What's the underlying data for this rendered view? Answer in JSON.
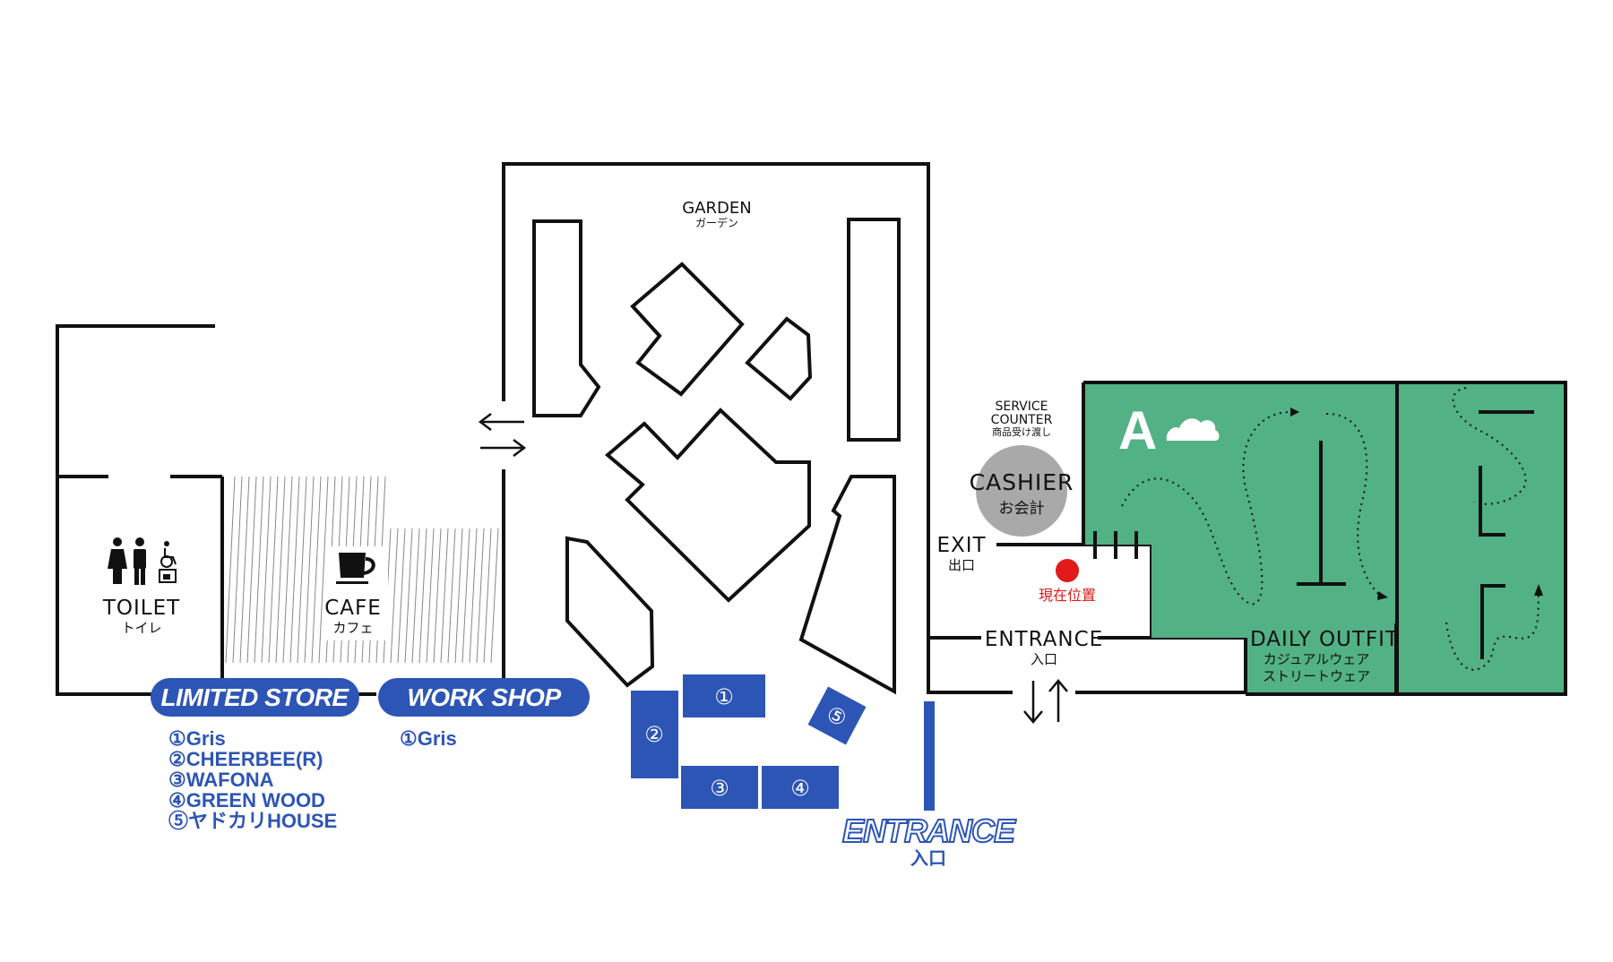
{
  "colors": {
    "accent_blue": "#2d55b5",
    "green_zone": "#52b185",
    "wall": "#111111",
    "cashier_gray": "#a9a9a9",
    "current_position": "#e21a1a"
  },
  "garden": {
    "label_en": "GARDEN",
    "label_jp": "ガーデン"
  },
  "toilet": {
    "label_en": "TOILET",
    "label_jp": "トイレ",
    "icon": "restroom-icon"
  },
  "cafe": {
    "label_en": "CAFE",
    "label_jp": "カフェ",
    "icon": "coffee-cup-icon"
  },
  "service_counter": {
    "line1": "SERVICE",
    "line2": "COUNTER",
    "line3": "商品受け渡し"
  },
  "cashier": {
    "label_en": "CASHIER",
    "label_jp": "お会計"
  },
  "exit": {
    "label_en": "EXIT",
    "label_jp": "出口"
  },
  "current_position": {
    "label": "現在位置"
  },
  "inner_entrance": {
    "label_en": "ENTRANCE",
    "label_jp": "入口"
  },
  "zone_a": {
    "letter": "A",
    "icon": "cloud-icon"
  },
  "daily_outfit": {
    "label_en": "DAILY OUTFIT",
    "line1": "カジュアルウェア",
    "line2": "ストリートウェア"
  },
  "limited_store": {
    "label": "LIMITED STORE",
    "shops": [
      "①Gris",
      "②CHEERBEE(R)",
      "③WAFONA",
      "④GREEN WOOD",
      "⑤ヤドカリHOUSE"
    ]
  },
  "work_shop": {
    "label": "WORK SHOP",
    "shops": [
      "①Gris"
    ]
  },
  "booths": [
    "①",
    "②",
    "③",
    "④",
    "⑤"
  ],
  "main_entrance": {
    "label_en": "ENTRANCE",
    "label_jp": "入口"
  }
}
